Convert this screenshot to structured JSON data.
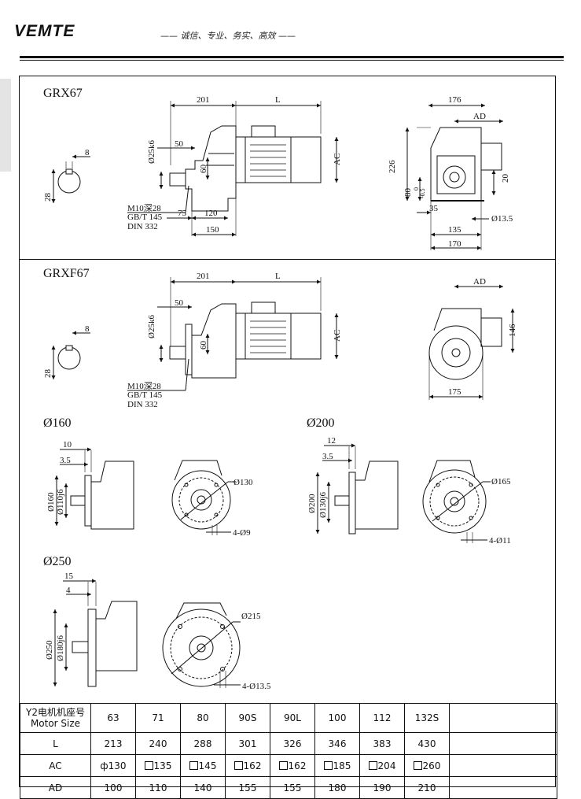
{
  "header": {
    "logo": "VEMTE",
    "slogan": "—— 诚信、专业、务实、高效 ——"
  },
  "sections": {
    "grx67": {
      "title": "GRX67",
      "dims": {
        "d201": "201",
        "dL": "L",
        "d50": "50",
        "shaft": "Ø25k6",
        "d60": "60",
        "thread1": "M10深28",
        "thread2": "GB/T 145",
        "thread3": "DIN 332",
        "d75": "75",
        "d120": "120",
        "d150": "150",
        "ac": "AC",
        "key8": "8",
        "key28": "28",
        "d176": "176",
        "ad": "AD",
        "d226": "226",
        "d20": "20",
        "d80": "80",
        "tol_up": "0",
        "tol_dn": "-0.5",
        "d35": "35",
        "d135": "135",
        "d170": "170",
        "hole": "Ø13.5"
      }
    },
    "grxf67": {
      "title": "GRXF67",
      "dims": {
        "d201": "201",
        "dL": "L",
        "d50": "50",
        "shaft": "Ø25k6",
        "d60": "60",
        "thread1": "M10深28",
        "thread2": "GB/T 145",
        "thread3": "DIN 332",
        "ac": "AC",
        "key8": "8",
        "key28": "28",
        "ad": "AD",
        "d146": "146",
        "d175": "175"
      }
    },
    "f160": {
      "title": "Ø160",
      "dims": {
        "d10": "10",
        "d35": "3.5",
        "outer": "Ø160",
        "pilot": "Ø110j6",
        "pcd": "Ø130",
        "holes": "4-Ø9"
      }
    },
    "f200": {
      "title": "Ø200",
      "dims": {
        "d12": "12",
        "d35": "3.5",
        "outer": "Ø200",
        "pilot": "Ø130j6",
        "pcd": "Ø165",
        "holes": "4-Ø11"
      }
    },
    "f250": {
      "title": "Ø250",
      "dims": {
        "d15": "15",
        "d4": "4",
        "outer": "Ø250",
        "pilot": "Ø180j6",
        "pcd": "Ø215",
        "holes": "4-Ø13.5"
      }
    }
  },
  "table": {
    "rows": [
      {
        "label1": "Y2电机机座号",
        "label2": "Motor Size",
        "cells": [
          {
            "v": "63"
          },
          {
            "v": "71"
          },
          {
            "v": "80"
          },
          {
            "v": "90S"
          },
          {
            "v": "90L"
          },
          {
            "v": "100"
          },
          {
            "v": "112"
          },
          {
            "v": "132S"
          }
        ]
      },
      {
        "label1": "L",
        "label2": "",
        "cells": [
          {
            "v": "213"
          },
          {
            "v": "240"
          },
          {
            "v": "288"
          },
          {
            "v": "301"
          },
          {
            "v": "326"
          },
          {
            "v": "346"
          },
          {
            "v": "383"
          },
          {
            "v": "430"
          }
        ]
      },
      {
        "label1": "AC",
        "label2": "",
        "cells": [
          {
            "v": "ф130"
          },
          {
            "v": "135",
            "sq": true
          },
          {
            "v": "145",
            "sq": true
          },
          {
            "v": "162",
            "sq": true
          },
          {
            "v": "162",
            "sq": true
          },
          {
            "v": "185",
            "sq": true
          },
          {
            "v": "204",
            "sq": true
          },
          {
            "v": "260",
            "sq": true
          }
        ]
      },
      {
        "label1": "AD",
        "label2": "",
        "cells": [
          {
            "v": "100"
          },
          {
            "v": "110"
          },
          {
            "v": "140"
          },
          {
            "v": "155"
          },
          {
            "v": "155"
          },
          {
            "v": "180"
          },
          {
            "v": "190"
          },
          {
            "v": "210"
          }
        ]
      }
    ]
  }
}
